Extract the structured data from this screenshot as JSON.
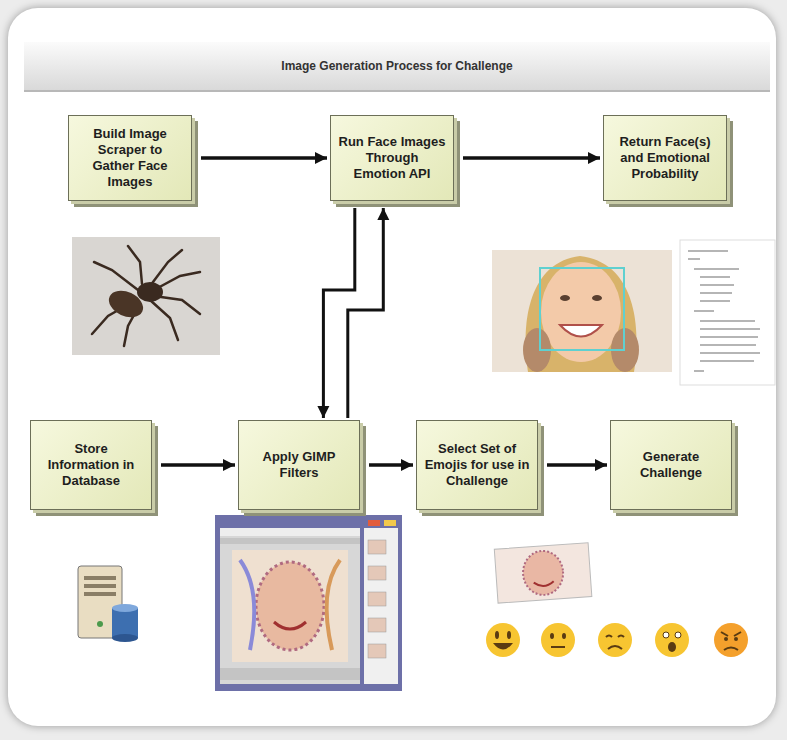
{
  "diagram": {
    "title": "Image Generation Process for Challenge",
    "nodes": [
      {
        "text": [
          "Build Image Scraper to Gather Face Images"
        ]
      },
      {
        "text": [
          "Run Face Images Through Emotion API"
        ]
      },
      {
        "text": [
          "Return Face(s) and Emotional Probability"
        ]
      },
      {
        "text": [
          "Store Information in Database"
        ]
      },
      {
        "text": [
          "Apply GIMP Filters"
        ]
      },
      {
        "text": [
          "Select Set of Emojis for use in Challenge"
        ]
      },
      {
        "text": [
          "Generate Challenge"
        ]
      }
    ],
    "edges": [
      {
        "from": 0,
        "to": 1,
        "arrow": "to"
      },
      {
        "from": 1,
        "to": 2,
        "arrow": "to"
      },
      {
        "from": 1,
        "to": 4,
        "arrow": "to"
      },
      {
        "from": 4,
        "to": 1,
        "arrow": "to"
      },
      {
        "from": 3,
        "to": 4,
        "arrow": "to"
      },
      {
        "from": 4,
        "to": 5,
        "arrow": "to"
      },
      {
        "from": 5,
        "to": 6,
        "arrow": "to"
      }
    ]
  }
}
